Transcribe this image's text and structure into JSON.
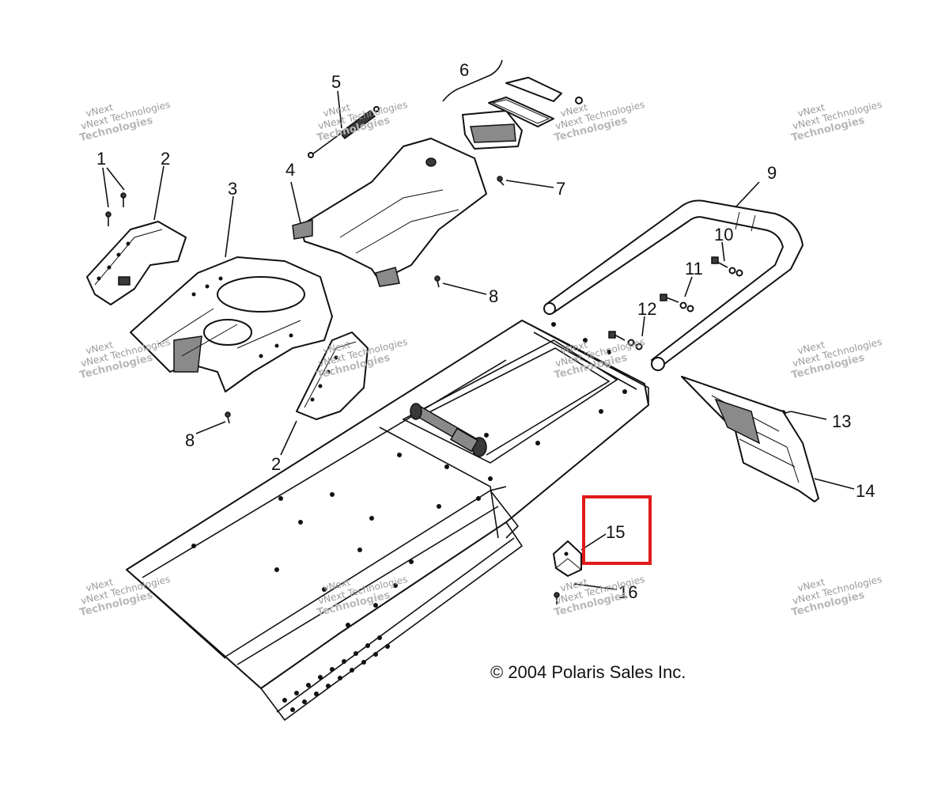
{
  "callouts": [
    "1",
    "2",
    "3",
    "4",
    "5",
    "6",
    "7",
    "8",
    "9",
    "10",
    "11",
    "12",
    "13",
    "14",
    "15",
    "16",
    "8",
    "2"
  ],
  "copyright": "© 2004 Polaris Sales Inc.",
  "watermark": {
    "line1": "vNext",
    "line2": "Technologies",
    "line3": "vNext Technologies"
  },
  "highlight": {
    "callout": "15",
    "color": "#e01b1b"
  }
}
